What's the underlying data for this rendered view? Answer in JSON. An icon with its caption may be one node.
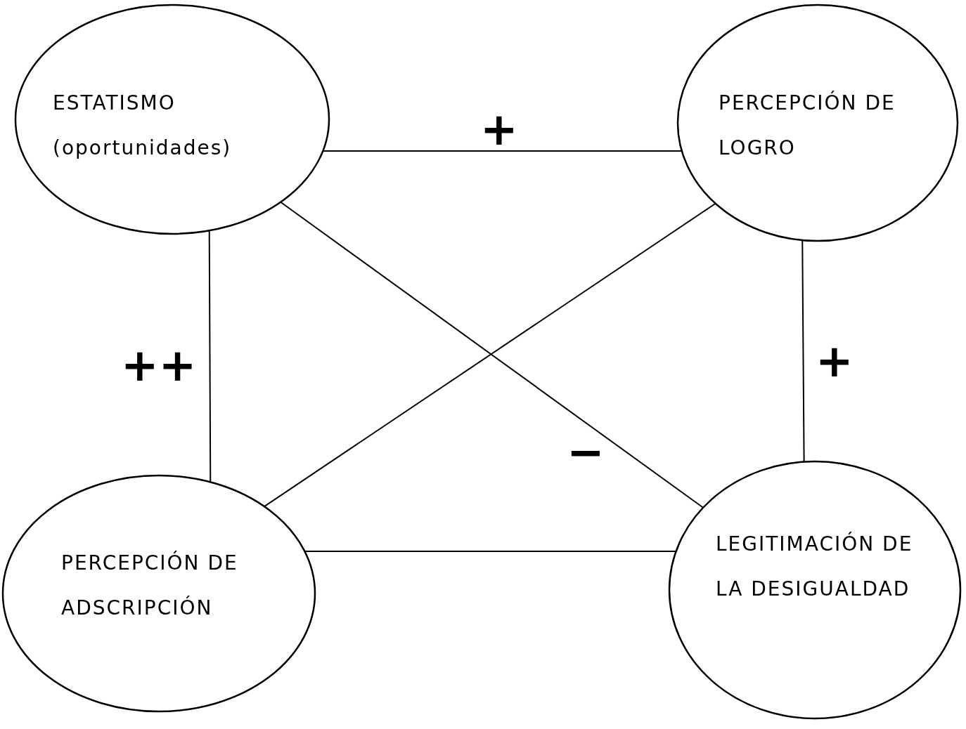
{
  "diagram": {
    "nodes": [
      {
        "text": [
          "ESTATISMO",
          "(oportunidades)"
        ]
      },
      {
        "text": [
          "PERCEPCIÓN DE LOGRO"
        ]
      },
      {
        "text": [
          "PERCEPCIÓN DE ADSCRIPCIÓN"
        ]
      },
      {
        "text": [
          "LEGITIMACIÓN DE LA DESIGUALDAD"
        ]
      }
    ],
    "edges": [
      {
        "from": 0,
        "to": 1,
        "arrow": "none",
        "label": "+"
      },
      {
        "from": 0,
        "to": 2,
        "arrow": "none",
        "label": "++"
      },
      {
        "from": 0,
        "to": 3,
        "arrow": "none",
        "label": "−"
      },
      {
        "from": 1,
        "to": 2,
        "arrow": "none"
      },
      {
        "from": 1,
        "to": 3,
        "arrow": "none",
        "label": "+"
      },
      {
        "from": 2,
        "to": 3,
        "arrow": "none"
      }
    ]
  }
}
